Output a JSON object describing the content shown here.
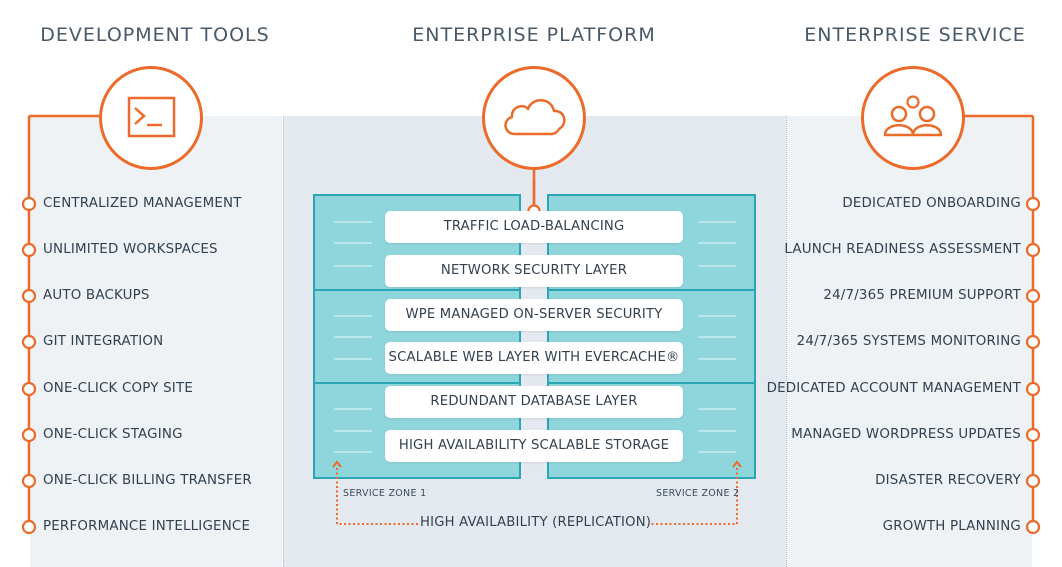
{
  "colors": {
    "accent": "#ec6a2a",
    "server_fill": "#8fd5dc",
    "server_border": "#2aa6b5",
    "panel_side": "#eef2f5",
    "panel_center": "#e3e9ef"
  },
  "columns": {
    "development": {
      "title": "DEVELOPMENT TOOLS",
      "icon": "terminal-icon",
      "features": [
        "CENTRALIZED MANAGEMENT",
        "UNLIMITED WORKSPACES",
        "AUTO BACKUPS",
        "GIT INTEGRATION",
        "ONE-CLICK COPY SITE",
        "ONE-CLICK STAGING",
        "ONE-CLICK BILLING TRANSFER",
        "PERFORMANCE INTELLIGENCE"
      ]
    },
    "platform": {
      "title": "ENTERPRISE PLATFORM",
      "icon": "cloud-icon",
      "layers": [
        "TRAFFIC LOAD-BALANCING",
        "NETWORK SECURITY LAYER",
        "WPE MANAGED ON-SERVER SECURITY",
        "SCALABLE WEB LAYER WITH EVERCACHE®",
        "REDUNDANT DATABASE LAYER",
        "HIGH AVAILABILITY SCALABLE STORAGE"
      ],
      "zone_1": "SERVICE ZONE 1",
      "zone_2": "SERVICE ZONE 2",
      "replication": "HIGH AVAILABILITY (REPLICATION)"
    },
    "service": {
      "title": "ENTERPRISE SERVICE",
      "icon": "people-icon",
      "features": [
        "DEDICATED ONBOARDING",
        "LAUNCH READINESS ASSESSMENT",
        "24/7/365 PREMIUM SUPPORT",
        "24/7/365 SYSTEMS MONITORING",
        "DEDICATED ACCOUNT MANAGEMENT",
        "MANAGED WORDPRESS UPDATES",
        "DISASTER RECOVERY",
        "GROWTH PLANNING"
      ]
    }
  }
}
